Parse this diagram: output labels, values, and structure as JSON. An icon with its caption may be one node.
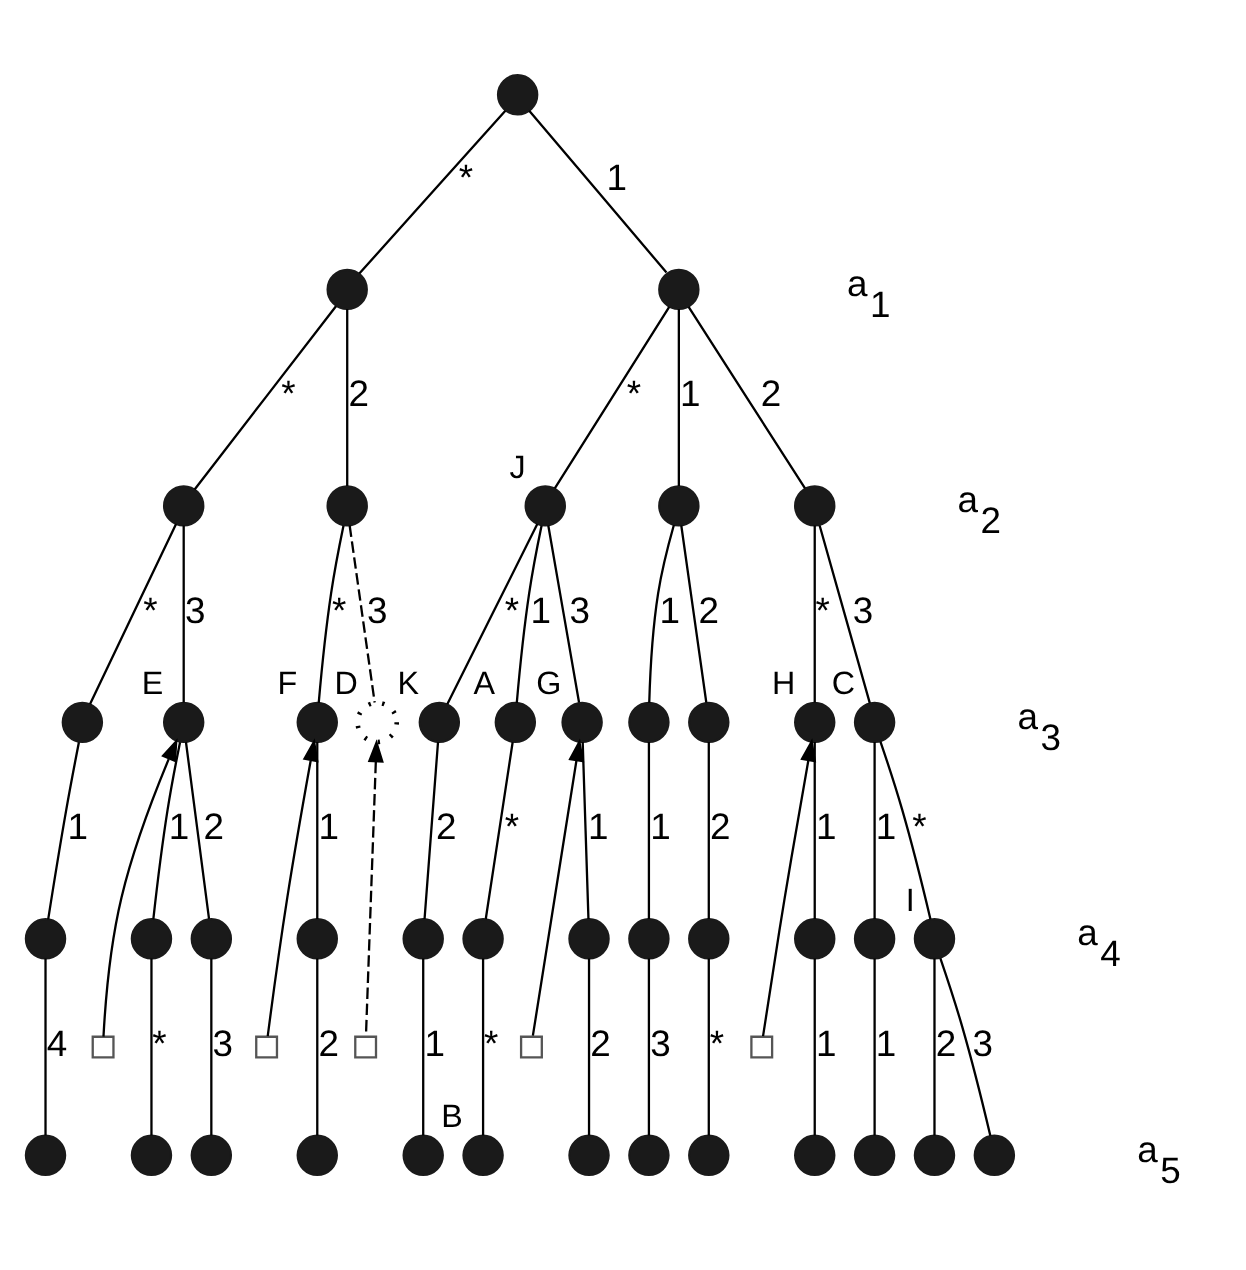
{
  "diagram": {
    "nodes": [
      {
        "text": [],
        "shape": "circle"
      },
      {
        "text": [],
        "shape": "circle"
      },
      {
        "text": [],
        "shape": "circle"
      },
      {
        "text": [],
        "shape": "circle"
      },
      {
        "text": [],
        "shape": "circle"
      },
      {
        "text": [],
        "shape": "circle",
        "beside": [
          "J"
        ]
      },
      {
        "text": [],
        "shape": "circle"
      },
      {
        "text": [],
        "shape": "circle"
      },
      {
        "text": [],
        "shape": "circle"
      },
      {
        "text": [],
        "shape": "circle",
        "beside": [
          "E"
        ]
      },
      {
        "text": [],
        "shape": "circle",
        "beside": [
          "F"
        ]
      },
      {
        "text": [],
        "shape": "circle",
        "beside": [
          "D"
        ]
      },
      {
        "text": [],
        "shape": "circle",
        "beside": [
          "K"
        ]
      },
      {
        "text": [],
        "shape": "circle",
        "beside": [
          "A"
        ]
      },
      {
        "text": [],
        "shape": "circle",
        "beside": [
          "G"
        ]
      },
      {
        "text": [],
        "shape": "circle"
      },
      {
        "text": [],
        "shape": "circle"
      },
      {
        "text": [],
        "shape": "circle",
        "beside": [
          "H"
        ]
      },
      {
        "text": [],
        "shape": "circle",
        "beside": [
          "C"
        ]
      },
      {
        "text": [],
        "shape": "box"
      },
      {
        "text": [],
        "shape": "box"
      },
      {
        "text": [],
        "shape": "box"
      },
      {
        "text": [],
        "shape": "box"
      },
      {
        "text": [],
        "shape": "box"
      },
      {
        "text": [],
        "shape": "circle"
      },
      {
        "text": [],
        "shape": "circle"
      },
      {
        "text": [],
        "shape": "circle"
      },
      {
        "text": [],
        "shape": "circle"
      },
      {
        "text": [],
        "shape": "circle"
      },
      {
        "text": [],
        "shape": "circle"
      },
      {
        "text": [],
        "shape": "circle"
      },
      {
        "text": [],
        "shape": "circle"
      },
      {
        "text": [],
        "shape": "circle"
      },
      {
        "text": [],
        "shape": "circle"
      },
      {
        "text": [],
        "shape": "circle"
      },
      {
        "text": [],
        "shape": "circle",
        "beside": [
          "I"
        ]
      },
      {
        "text": [],
        "shape": "circle"
      },
      {
        "text": [],
        "shape": "circle"
      },
      {
        "text": [],
        "shape": "circle"
      },
      {
        "text": [],
        "shape": "circle"
      },
      {
        "text": [],
        "shape": "circle"
      },
      {
        "text": [],
        "shape": "circle",
        "beside": [
          "B"
        ]
      },
      {
        "text": [],
        "shape": "circle"
      },
      {
        "text": [],
        "shape": "circle"
      },
      {
        "text": [],
        "shape": "circle"
      },
      {
        "text": [],
        "shape": "circle"
      },
      {
        "text": [],
        "shape": "circle"
      },
      {
        "text": [],
        "shape": "circle"
      },
      {
        "text": [],
        "shape": "circle"
      }
    ],
    "edges": [
      {
        "from": 0,
        "to": 1,
        "arrow": "none",
        "label": "*"
      },
      {
        "from": 0,
        "to": 2,
        "arrow": "none",
        "label": "1"
      },
      {
        "from": 1,
        "to": 3,
        "arrow": "none",
        "label": "*"
      },
      {
        "from": 1,
        "to": 4,
        "arrow": "none",
        "label": "2"
      },
      {
        "from": 2,
        "to": 5,
        "arrow": "none",
        "label": "*"
      },
      {
        "from": 2,
        "to": 6,
        "arrow": "none",
        "label": "1"
      },
      {
        "from": 2,
        "to": 7,
        "arrow": "none",
        "label": "2"
      },
      {
        "from": 3,
        "to": 8,
        "arrow": "none",
        "label": "*"
      },
      {
        "from": 3,
        "to": 9,
        "arrow": "none",
        "label": "3"
      },
      {
        "from": 4,
        "to": 10,
        "arrow": "none",
        "label": "*"
      },
      {
        "from": 4,
        "to": 11,
        "arrow": "none",
        "label": "3",
        "style": "dashed"
      },
      {
        "from": 5,
        "to": 12,
        "arrow": "none",
        "label": "*"
      },
      {
        "from": 5,
        "to": 13,
        "arrow": "none",
        "label": "1"
      },
      {
        "from": 5,
        "to": 14,
        "arrow": "none",
        "label": "3"
      },
      {
        "from": 6,
        "to": 15,
        "arrow": "none",
        "label": "1"
      },
      {
        "from": 6,
        "to": 16,
        "arrow": "none",
        "label": "2"
      },
      {
        "from": 7,
        "to": 17,
        "arrow": "none",
        "label": "*"
      },
      {
        "from": 7,
        "to": 18,
        "arrow": "none",
        "label": "3"
      },
      {
        "from": 19,
        "to": 9,
        "arrow": "to"
      },
      {
        "from": 20,
        "to": 10,
        "arrow": "to"
      },
      {
        "from": 21,
        "to": 11,
        "arrow": "to",
        "style": "dashed"
      },
      {
        "from": 22,
        "to": 14,
        "arrow": "to"
      },
      {
        "from": 23,
        "to": 17,
        "arrow": "to"
      },
      {
        "from": 8,
        "to": 24,
        "arrow": "none",
        "label": "1"
      },
      {
        "from": 9,
        "to": 25,
        "arrow": "none",
        "label": "1"
      },
      {
        "from": 9,
        "to": 26,
        "arrow": "none",
        "label": "2"
      },
      {
        "from": 10,
        "to": 27,
        "arrow": "none",
        "label": "1"
      },
      {
        "from": 12,
        "to": 28,
        "arrow": "none",
        "label": "2"
      },
      {
        "from": 13,
        "to": 29,
        "arrow": "none",
        "label": "*"
      },
      {
        "from": 14,
        "to": 30,
        "arrow": "none",
        "label": "1"
      },
      {
        "from": 15,
        "to": 31,
        "arrow": "none",
        "label": "1"
      },
      {
        "from": 16,
        "to": 32,
        "arrow": "none",
        "label": "2"
      },
      {
        "from": 17,
        "to": 33,
        "arrow": "none",
        "label": "1"
      },
      {
        "from": 18,
        "to": 34,
        "arrow": "none",
        "label": "1"
      },
      {
        "from": 18,
        "to": 35,
        "arrow": "none",
        "label": "*"
      },
      {
        "from": 24,
        "to": 36,
        "arrow": "none",
        "label": "4"
      },
      {
        "from": 25,
        "to": 37,
        "arrow": "none",
        "label": "*"
      },
      {
        "from": 26,
        "to": 38,
        "arrow": "none",
        "label": "3"
      },
      {
        "from": 27,
        "to": 39,
        "arrow": "none",
        "label": "2"
      },
      {
        "from": 28,
        "to": 40,
        "arrow": "none",
        "label": "1"
      },
      {
        "from": 29,
        "to": 41,
        "arrow": "none",
        "label": "*"
      },
      {
        "from": 30,
        "to": 42,
        "arrow": "none",
        "label": "2"
      },
      {
        "from": 31,
        "to": 43,
        "arrow": "none",
        "label": "3"
      },
      {
        "from": 32,
        "to": 44,
        "arrow": "none",
        "label": "*"
      },
      {
        "from": 33,
        "to": 45,
        "arrow": "none",
        "label": "1"
      },
      {
        "from": 34,
        "to": 46,
        "arrow": "none",
        "label": "1"
      },
      {
        "from": 35,
        "to": 47,
        "arrow": "none",
        "label": "2"
      },
      {
        "from": 35,
        "to": 48,
        "arrow": "none",
        "label": "3"
      }
    ],
    "labels": [
      "a$_{1}$",
      "a$_{2}$",
      "a$_{3}$",
      "a$_{4}$",
      "a$_{5}$"
    ]
  }
}
